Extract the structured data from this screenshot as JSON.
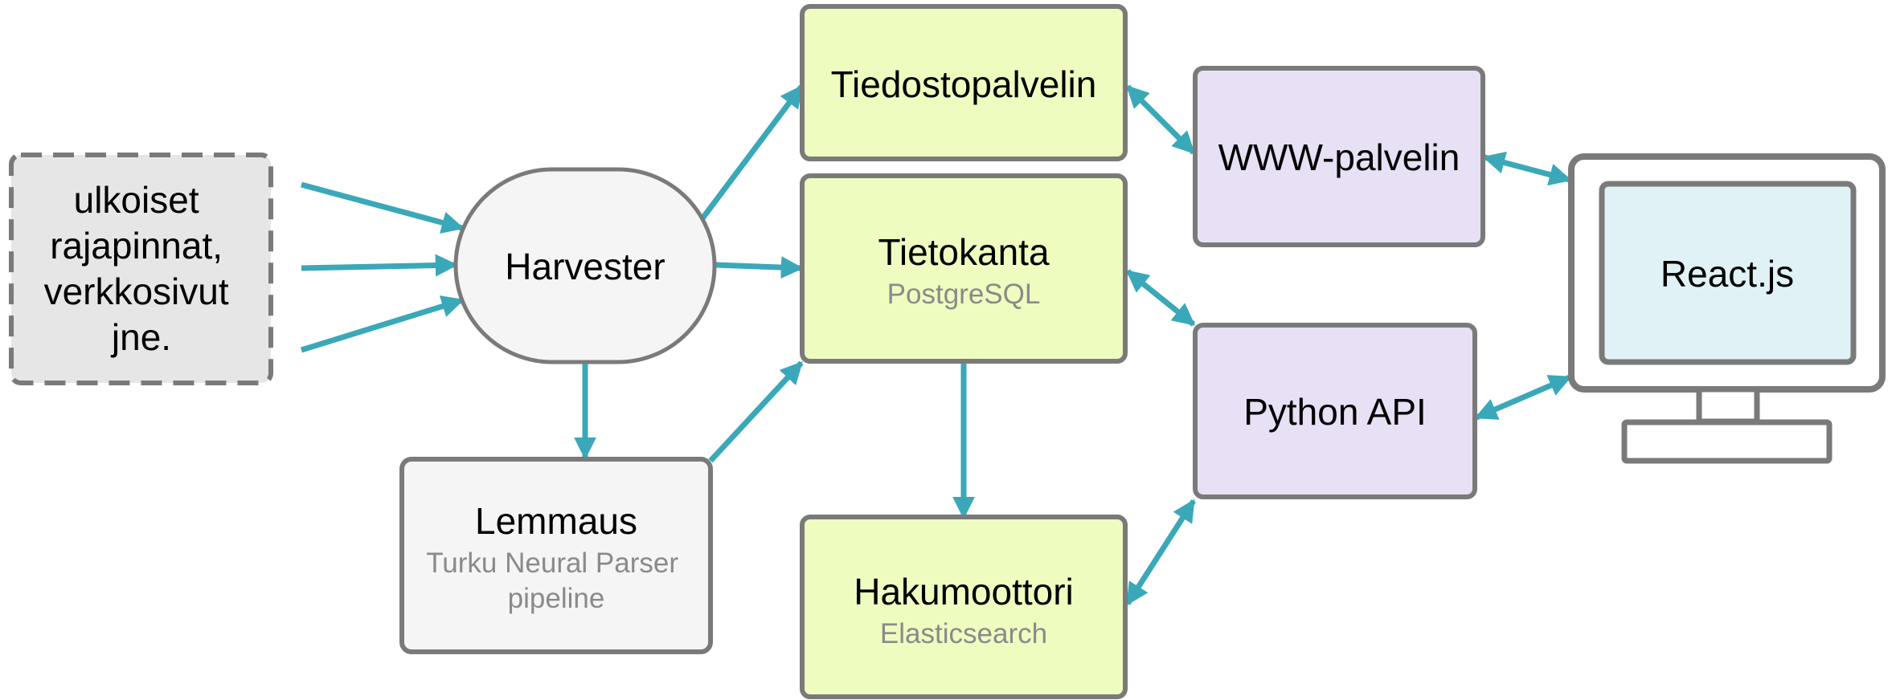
{
  "nodes": {
    "external": {
      "lines": [
        "ulkoiset",
        "rajapinnat,",
        "verkkosivut",
        "jne."
      ]
    },
    "harvester": {
      "title": "Harvester"
    },
    "lemmaus": {
      "title": "Lemmaus",
      "sub_lines": [
        "Turku Neural Parser",
        "pipeline"
      ]
    },
    "tiedostopalvelin": {
      "title": "Tiedostopalvelin"
    },
    "tietokanta": {
      "title": "Tietokanta",
      "sub": "PostgreSQL"
    },
    "hakumoottori": {
      "title": "Hakumoottori",
      "sub": "Elasticsearch"
    },
    "www": {
      "title": "WWW-palvelin"
    },
    "python_api": {
      "title": "Python API"
    },
    "react": {
      "title": "React.js"
    }
  },
  "colors": {
    "arrow": "#3aa8b8",
    "border": "#7a7a7a",
    "external_fill": "#e6e6e6",
    "light_fill": "#f5f5f5",
    "yellow_fill": "#eefcc0",
    "purple_fill": "#e8e0f4",
    "screen_fill": "#e0f2f6",
    "white": "#ffffff"
  }
}
